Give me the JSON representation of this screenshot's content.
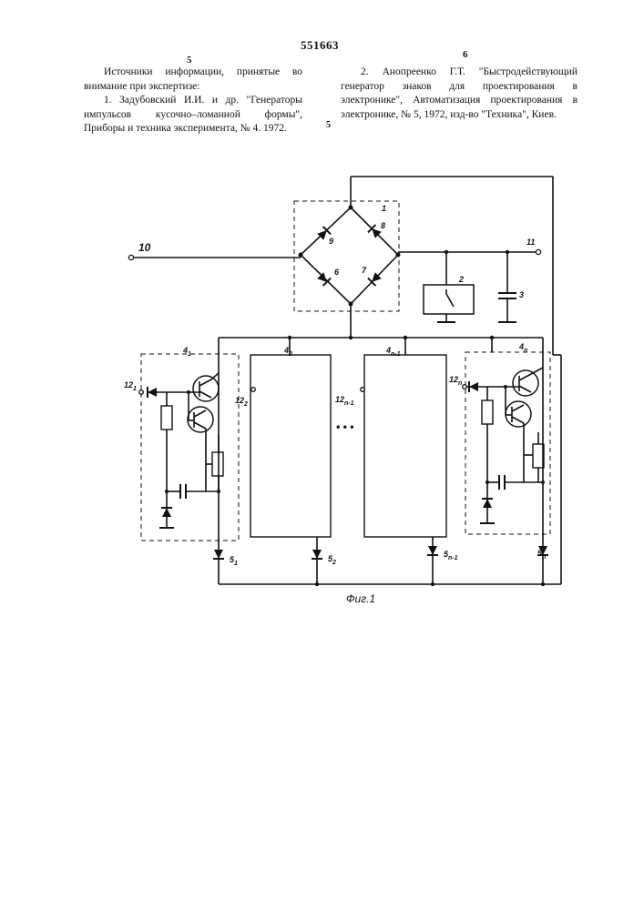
{
  "header": {
    "patent_number": "551663",
    "left_column_number": "5",
    "right_column_number": "6"
  },
  "left_column": {
    "heading": "Источники информации, принятые во внимание при экспертизе:",
    "reference_1": "1. Задубовский И.И. и др. \"Генераторы импульсов кусочно–ломанной формы\", Приборы и техника эксперимента, № 4. 1972."
  },
  "right_column": {
    "reference_2": "2. Анопреенко Г.Т. \"Быстродействующий генератор знаков для проектирования в электронике\", Автоматизация проектирования в электронике, № 5, 1972, изд-во \"Техника\", Киев."
  },
  "line_marker": "5",
  "figure": {
    "caption": "Фиг.1",
    "labels": {
      "input": "10",
      "output": "11",
      "bridge": "1",
      "switch": "2",
      "capacitor": "3",
      "d6": "6",
      "d7": "7",
      "d8": "8",
      "d9": "9",
      "block_1": "4",
      "block_1_sub": "1",
      "block_2": "4",
      "block_2_sub": "2",
      "block_3": "4",
      "block_3_sub": "n-1",
      "block_4": "4",
      "block_4_sub": "n",
      "in_1": "12",
      "in_1_sub": "1",
      "in_2": "12",
      "in_2_sub": "2",
      "in_3": "12",
      "in_3_sub": "n-1",
      "in_4": "12",
      "in_4_sub": "n",
      "diode_1": "5",
      "diode_1_sub": "1",
      "diode_2": "5",
      "diode_2_sub": "2",
      "diode_3": "5",
      "diode_3_sub": "n-1",
      "diode_4": "5",
      "diode_4_sub": "n",
      "ellipsis": "• • •"
    }
  }
}
